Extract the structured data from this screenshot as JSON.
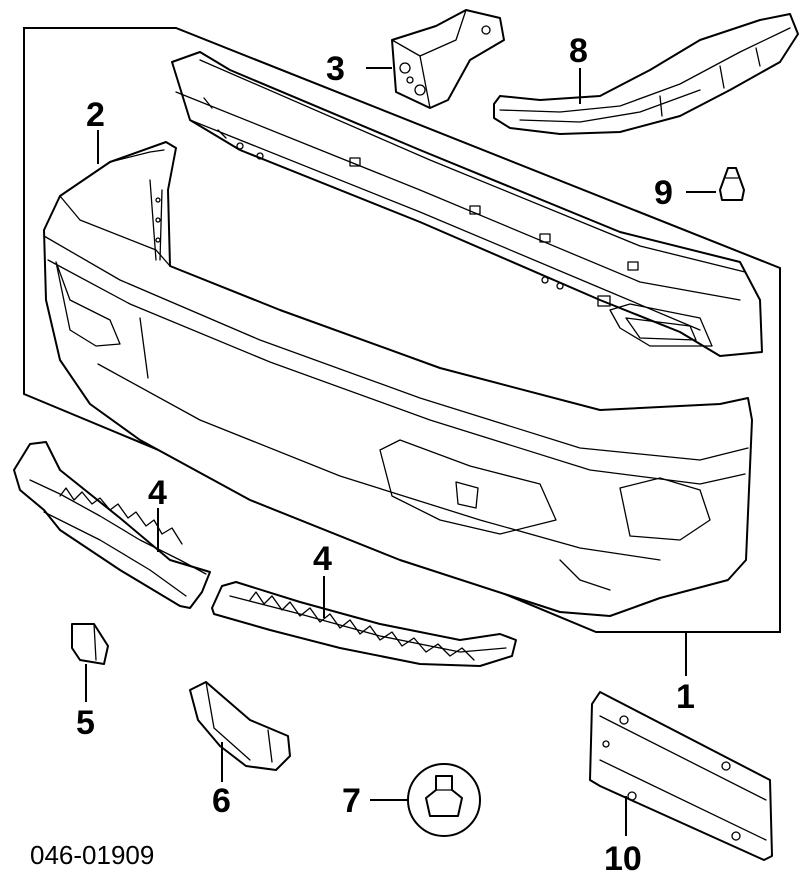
{
  "diagram": {
    "callouts": {
      "c1": "1",
      "c2": "2",
      "c3": "3",
      "c4a": "4",
      "c4b": "4",
      "c5": "5",
      "c6": "6",
      "c7": "7",
      "c8": "8",
      "c9": "9",
      "c10": "10"
    },
    "diagram_code": "046-01909"
  }
}
